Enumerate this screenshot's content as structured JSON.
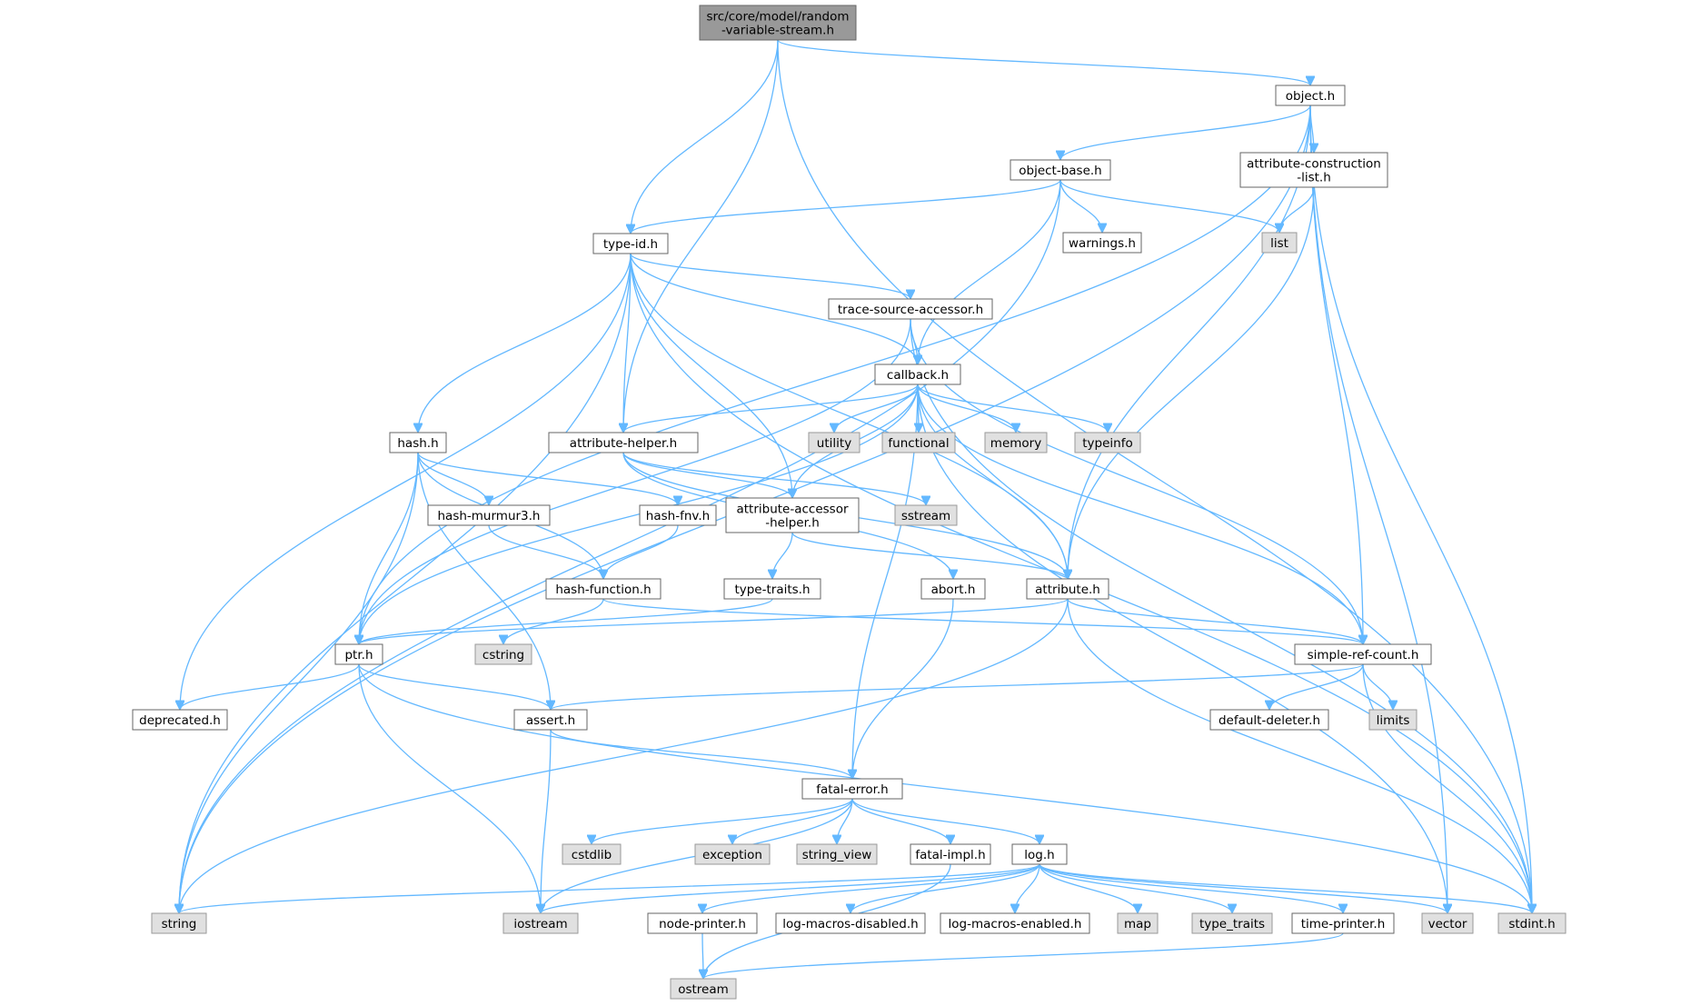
{
  "colors": {
    "edge": "#63b8ff",
    "local_fill": "#ffffff",
    "system_fill": "#e0e0e0",
    "root_fill": "#999999",
    "border": "#666666"
  },
  "nodes": [
    {
      "id": "root",
      "label": [
        "src/core/model/random",
        "-variable-stream.h"
      ],
      "kind": "root"
    },
    {
      "id": "object",
      "label": [
        "object.h"
      ],
      "kind": "local"
    },
    {
      "id": "object_base",
      "label": [
        "object-base.h"
      ],
      "kind": "local"
    },
    {
      "id": "attr_constr",
      "label": [
        "attribute-construction",
        "-list.h"
      ],
      "kind": "local"
    },
    {
      "id": "type_id",
      "label": [
        "type-id.h"
      ],
      "kind": "local"
    },
    {
      "id": "warnings",
      "label": [
        "warnings.h"
      ],
      "kind": "local"
    },
    {
      "id": "list",
      "label": [
        "list"
      ],
      "kind": "system"
    },
    {
      "id": "trace_src",
      "label": [
        "trace-source-accessor.h"
      ],
      "kind": "local"
    },
    {
      "id": "callback",
      "label": [
        "callback.h"
      ],
      "kind": "local"
    },
    {
      "id": "hash",
      "label": [
        "hash.h"
      ],
      "kind": "local"
    },
    {
      "id": "attr_helper",
      "label": [
        "attribute-helper.h"
      ],
      "kind": "local"
    },
    {
      "id": "utility",
      "label": [
        "utility"
      ],
      "kind": "system"
    },
    {
      "id": "functional",
      "label": [
        "functional"
      ],
      "kind": "system"
    },
    {
      "id": "memory",
      "label": [
        "memory"
      ],
      "kind": "system"
    },
    {
      "id": "typeinfo",
      "label": [
        "typeinfo"
      ],
      "kind": "system"
    },
    {
      "id": "hash_murmur",
      "label": [
        "hash-murmur3.h"
      ],
      "kind": "local"
    },
    {
      "id": "hash_fnv",
      "label": [
        "hash-fnv.h"
      ],
      "kind": "local"
    },
    {
      "id": "attr_accessor",
      "label": [
        "attribute-accessor",
        "-helper.h"
      ],
      "kind": "local"
    },
    {
      "id": "sstream",
      "label": [
        "sstream"
      ],
      "kind": "system"
    },
    {
      "id": "hash_function",
      "label": [
        "hash-function.h"
      ],
      "kind": "local"
    },
    {
      "id": "type_traits_h",
      "label": [
        "type-traits.h"
      ],
      "kind": "local"
    },
    {
      "id": "abort",
      "label": [
        "abort.h"
      ],
      "kind": "local"
    },
    {
      "id": "attribute",
      "label": [
        "attribute.h"
      ],
      "kind": "local"
    },
    {
      "id": "ptr",
      "label": [
        "ptr.h"
      ],
      "kind": "local"
    },
    {
      "id": "cstring",
      "label": [
        "cstring"
      ],
      "kind": "system"
    },
    {
      "id": "simple_ref",
      "label": [
        "simple-ref-count.h"
      ],
      "kind": "local"
    },
    {
      "id": "deprecated",
      "label": [
        "deprecated.h"
      ],
      "kind": "local"
    },
    {
      "id": "assert",
      "label": [
        "assert.h"
      ],
      "kind": "local"
    },
    {
      "id": "default_deleter",
      "label": [
        "default-deleter.h"
      ],
      "kind": "local"
    },
    {
      "id": "limits",
      "label": [
        "limits"
      ],
      "kind": "system"
    },
    {
      "id": "fatal_error",
      "label": [
        "fatal-error.h"
      ],
      "kind": "local"
    },
    {
      "id": "cstdlib",
      "label": [
        "cstdlib"
      ],
      "kind": "system"
    },
    {
      "id": "exception",
      "label": [
        "exception"
      ],
      "kind": "system"
    },
    {
      "id": "string_view",
      "label": [
        "string_view"
      ],
      "kind": "system"
    },
    {
      "id": "fatal_impl",
      "label": [
        "fatal-impl.h"
      ],
      "kind": "local"
    },
    {
      "id": "log",
      "label": [
        "log.h"
      ],
      "kind": "local"
    },
    {
      "id": "string",
      "label": [
        "string"
      ],
      "kind": "system"
    },
    {
      "id": "iostream",
      "label": [
        "iostream"
      ],
      "kind": "system"
    },
    {
      "id": "node_printer",
      "label": [
        "node-printer.h"
      ],
      "kind": "local"
    },
    {
      "id": "log_disabled",
      "label": [
        "log-macros-disabled.h"
      ],
      "kind": "local"
    },
    {
      "id": "log_enabled",
      "label": [
        "log-macros-enabled.h"
      ],
      "kind": "local"
    },
    {
      "id": "map",
      "label": [
        "map"
      ],
      "kind": "system"
    },
    {
      "id": "type_traits",
      "label": [
        "type_traits"
      ],
      "kind": "system"
    },
    {
      "id": "time_printer",
      "label": [
        "time-printer.h"
      ],
      "kind": "local"
    },
    {
      "id": "vector",
      "label": [
        "vector"
      ],
      "kind": "system"
    },
    {
      "id": "stdint",
      "label": [
        "stdint.h"
      ],
      "kind": "system"
    },
    {
      "id": "ostream",
      "label": [
        "ostream"
      ],
      "kind": "system"
    }
  ],
  "edges": [
    [
      "root",
      "object"
    ],
    [
      "root",
      "type_id"
    ],
    [
      "root",
      "attr_helper"
    ],
    [
      "root",
      "stdint"
    ],
    [
      "object",
      "object_base"
    ],
    [
      "object",
      "attr_constr"
    ],
    [
      "object",
      "attribute"
    ],
    [
      "object",
      "ptr"
    ],
    [
      "object",
      "simple_ref"
    ],
    [
      "object",
      "string"
    ],
    [
      "object",
      "vector"
    ],
    [
      "object",
      "stdint"
    ],
    [
      "object_base",
      "type_id"
    ],
    [
      "object_base",
      "warnings"
    ],
    [
      "object_base",
      "list"
    ],
    [
      "object_base",
      "callback"
    ],
    [
      "object_base",
      "string"
    ],
    [
      "attr_constr",
      "attribute"
    ],
    [
      "attr_constr",
      "list"
    ],
    [
      "type_id",
      "trace_src"
    ],
    [
      "type_id",
      "callback"
    ],
    [
      "type_id",
      "hash"
    ],
    [
      "type_id",
      "attr_helper"
    ],
    [
      "type_id",
      "attr_accessor"
    ],
    [
      "type_id",
      "attribute"
    ],
    [
      "type_id",
      "deprecated"
    ],
    [
      "type_id",
      "string"
    ],
    [
      "type_id",
      "stdint"
    ],
    [
      "trace_src",
      "callback"
    ],
    [
      "trace_src",
      "ptr"
    ],
    [
      "trace_src",
      "simple_ref"
    ],
    [
      "trace_src",
      "stdint"
    ],
    [
      "callback",
      "attr_helper"
    ],
    [
      "callback",
      "utility"
    ],
    [
      "callback",
      "functional"
    ],
    [
      "callback",
      "memory"
    ],
    [
      "callback",
      "typeinfo"
    ],
    [
      "callback",
      "ptr"
    ],
    [
      "callback",
      "attribute"
    ],
    [
      "callback",
      "simple_ref"
    ],
    [
      "callback",
      "fatal_error"
    ],
    [
      "callback",
      "vector"
    ],
    [
      "callback",
      "attr_accessor"
    ],
    [
      "hash",
      "hash_murmur"
    ],
    [
      "hash",
      "hash_fnv"
    ],
    [
      "hash",
      "hash_function"
    ],
    [
      "hash",
      "ptr"
    ],
    [
      "hash",
      "assert"
    ],
    [
      "hash",
      "string"
    ],
    [
      "attr_helper",
      "attr_accessor"
    ],
    [
      "attr_helper",
      "attribute"
    ],
    [
      "attr_helper",
      "abort"
    ],
    [
      "attr_helper",
      "sstream"
    ],
    [
      "hash_murmur",
      "hash_function"
    ],
    [
      "hash_fnv",
      "hash_function"
    ],
    [
      "hash_function",
      "cstring"
    ],
    [
      "hash_function",
      "simple_ref"
    ],
    [
      "attr_accessor",
      "type_traits_h"
    ],
    [
      "attr_accessor",
      "attribute"
    ],
    [
      "type_traits_h",
      "ptr"
    ],
    [
      "abort",
      "fatal_error"
    ],
    [
      "attribute",
      "ptr"
    ],
    [
      "attribute",
      "simple_ref"
    ],
    [
      "attribute",
      "string"
    ],
    [
      "attribute",
      "stdint"
    ],
    [
      "ptr",
      "deprecated"
    ],
    [
      "ptr",
      "assert"
    ],
    [
      "ptr",
      "iostream"
    ],
    [
      "ptr",
      "stdint"
    ],
    [
      "simple_ref",
      "assert"
    ],
    [
      "simple_ref",
      "default_deleter"
    ],
    [
      "simple_ref",
      "limits"
    ],
    [
      "simple_ref",
      "stdint"
    ],
    [
      "assert",
      "fatal_error"
    ],
    [
      "assert",
      "iostream"
    ],
    [
      "fatal_error",
      "cstdlib"
    ],
    [
      "fatal_error",
      "exception"
    ],
    [
      "fatal_error",
      "string_view"
    ],
    [
      "fatal_error",
      "fatal_impl"
    ],
    [
      "fatal_error",
      "log"
    ],
    [
      "fatal_error",
      "iostream"
    ],
    [
      "fatal_impl",
      "ostream"
    ],
    [
      "log",
      "string"
    ],
    [
      "log",
      "iostream"
    ],
    [
      "log",
      "node_printer"
    ],
    [
      "log",
      "log_disabled"
    ],
    [
      "log",
      "log_enabled"
    ],
    [
      "log",
      "map"
    ],
    [
      "log",
      "type_traits"
    ],
    [
      "log",
      "time_printer"
    ],
    [
      "log",
      "vector"
    ],
    [
      "log",
      "stdint"
    ],
    [
      "node_printer",
      "ostream"
    ],
    [
      "time_printer",
      "ostream"
    ]
  ]
}
